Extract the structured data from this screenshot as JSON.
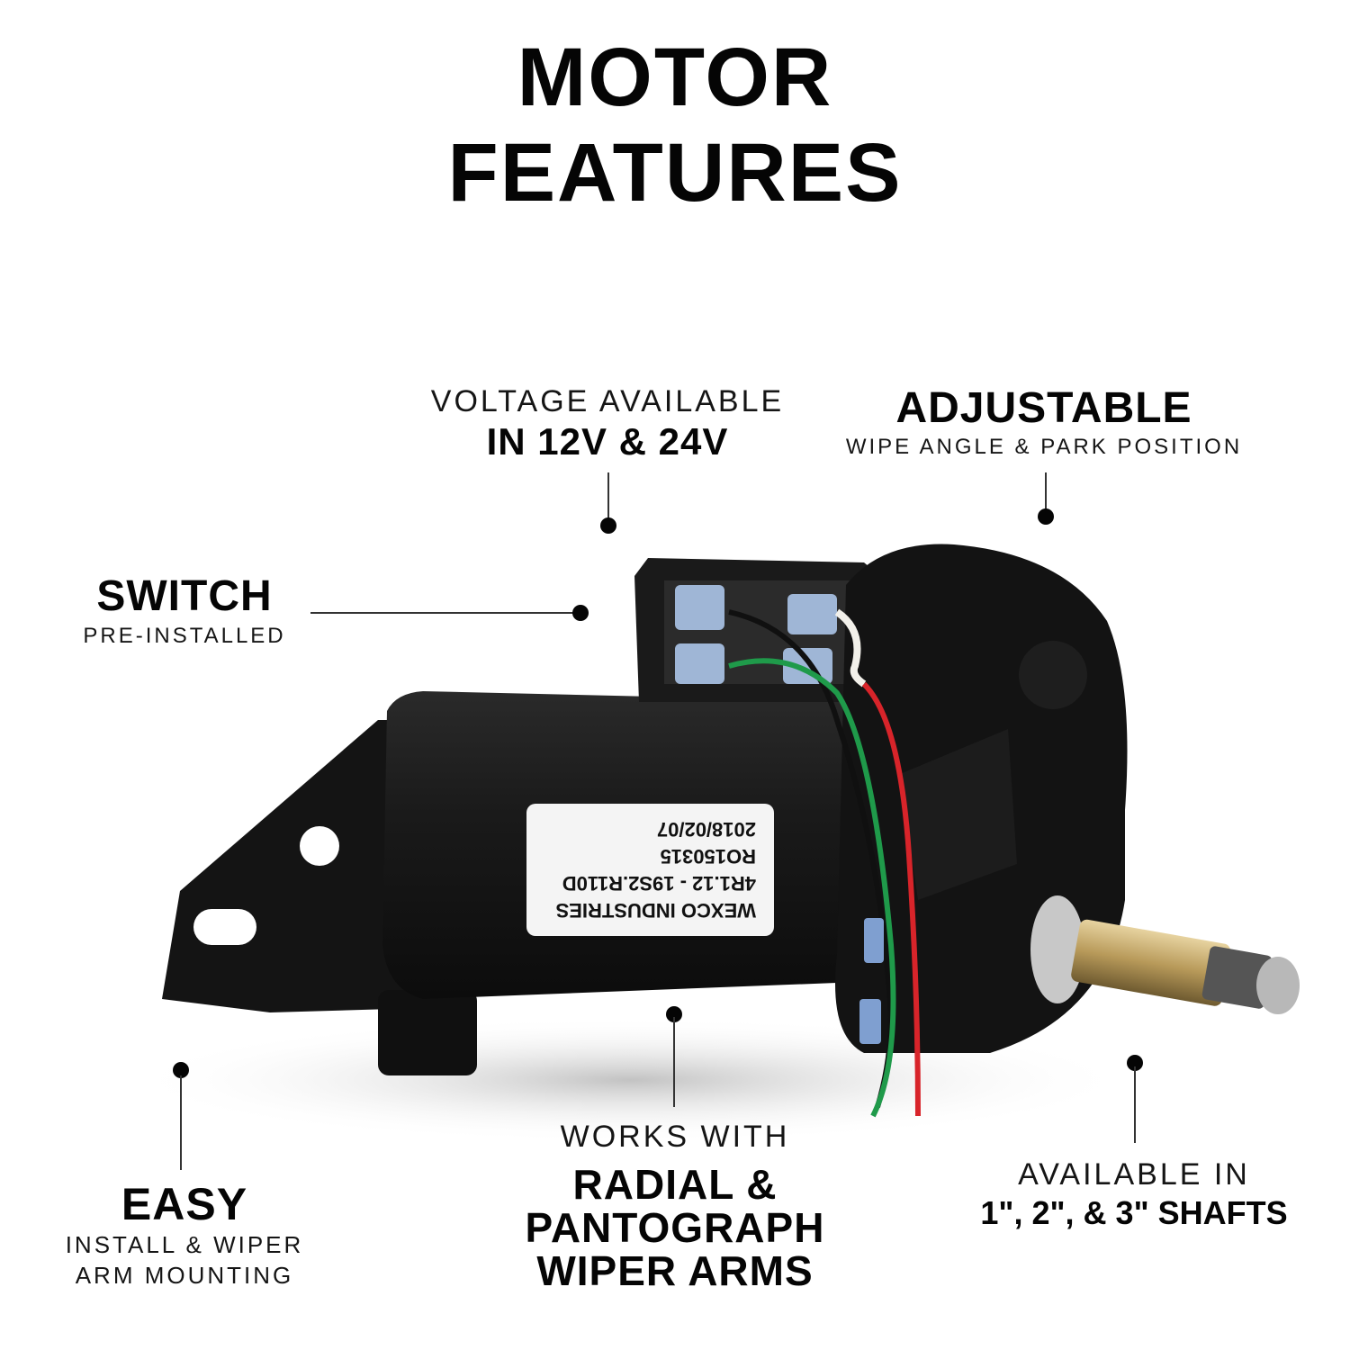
{
  "title": {
    "line1": "MOTOR",
    "line2": "FEATURES"
  },
  "callouts": {
    "voltage": {
      "light": "VOLTAGE AVAILABLE",
      "bold": "IN 12V & 24V"
    },
    "adjustable": {
      "bold": "ADJUSTABLE",
      "light": "WIPE ANGLE & PARK POSITION"
    },
    "switch": {
      "bold": "SWITCH",
      "light": "PRE-INSTALLED"
    },
    "easy": {
      "bold": "EASY",
      "light1": "INSTALL & WIPER",
      "light2": "ARM MOUNTING"
    },
    "works_with": {
      "light": "WORKS WITH",
      "bold1": "RADIAL &",
      "bold2": "PANTOGRAPH",
      "bold3": "WIPER ARMS"
    },
    "shafts": {
      "light": "AVAILABLE IN",
      "bold": "1\", 2\", & 3\" SHAFTS"
    }
  },
  "product_label": {
    "line1": "WEXCO INDUSTRIES",
    "line2": "4R1.12 - 19S2.R110D",
    "line3": "RO150315",
    "line4": "2018/02/07"
  },
  "colors": {
    "motor_body": "#151515",
    "wire_red": "#d8242a",
    "wire_green": "#1f9a4a",
    "wire_black": "#101010",
    "wire_white": "#f2f0ea",
    "connector_blue": "#9fb6d6",
    "shaft_brass": "#b89a5a"
  }
}
